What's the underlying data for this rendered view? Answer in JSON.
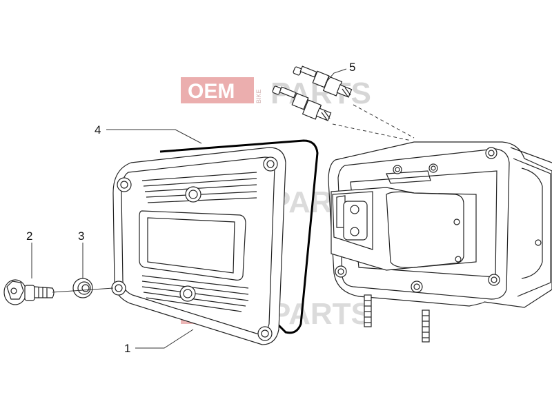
{
  "callouts": [
    {
      "id": "1",
      "label": "1"
    },
    {
      "id": "2",
      "label": "2"
    },
    {
      "id": "3",
      "label": "3"
    },
    {
      "id": "4",
      "label": "4"
    },
    {
      "id": "5",
      "label": "5"
    }
  ],
  "watermark": {
    "oem": "OEM",
    "bike": "BIKE",
    "parts": "PARTS",
    "oem_bg_color": "#e8a0a0",
    "parts_color": "#cfcfcf"
  },
  "colors": {
    "line": "#222222",
    "gasket": "#000000",
    "leader": "#333333"
  }
}
